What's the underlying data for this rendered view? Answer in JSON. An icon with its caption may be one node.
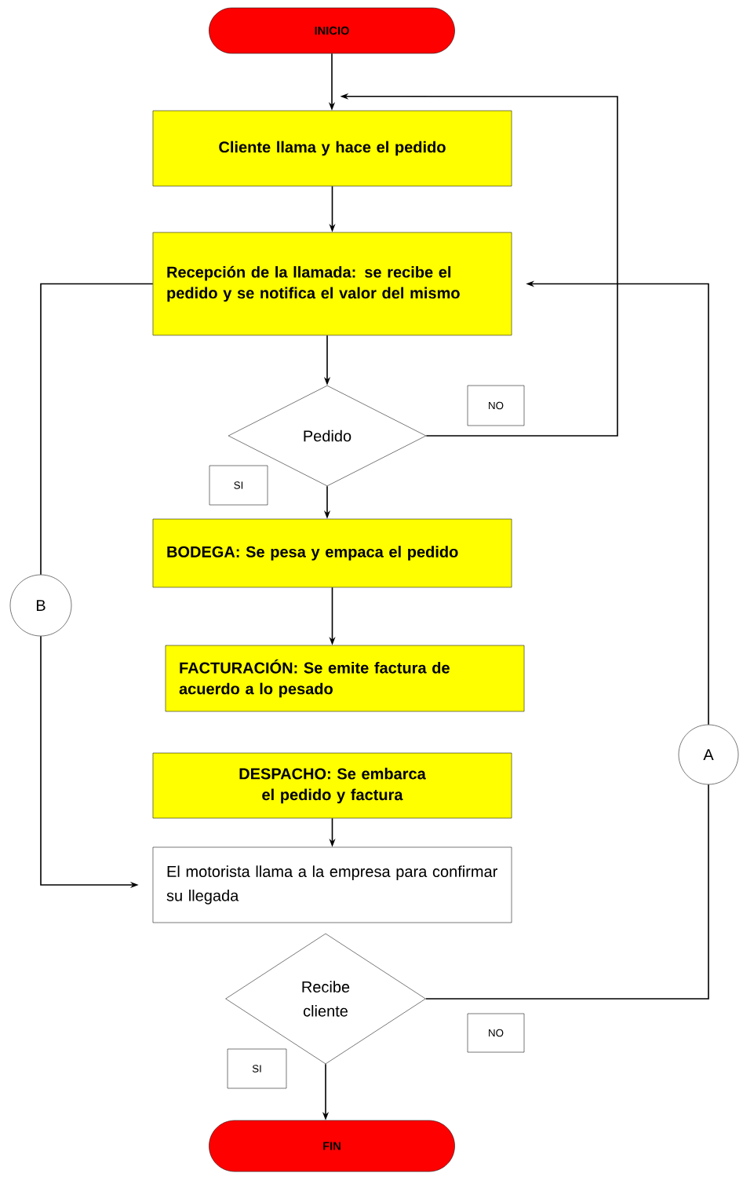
{
  "diagram": {
    "nodes": [
      {
        "text": [
          "INICIO"
        ]
      },
      {
        "text": [
          "Cliente llama y hace el pedido"
        ]
      },
      {
        "text": [
          "Recepción de la llamada: se recibe el pedido y se notifica el valor del mismo"
        ]
      },
      {
        "text": [
          "Pedido"
        ]
      },
      {
        "text": [
          "NO"
        ]
      },
      {
        "text": [
          "SI"
        ]
      },
      {
        "text": [
          "BODEGA: Se pesa y empaca el pedido"
        ]
      },
      {
        "text": [
          "FACTURACIÓN: Se emite factura de acuerdo a lo pesado"
        ]
      },
      {
        "text": [
          "DESPACHO: Se embarca el pedido y factura"
        ]
      },
      {
        "text": [
          "El motorista llama a la empresa para confirmar su llegada"
        ]
      },
      {
        "text": [
          "Recibe cliente"
        ]
      },
      {
        "text": [
          "NO"
        ]
      },
      {
        "text": [
          "SI"
        ]
      },
      {
        "text": [
          "FIN"
        ]
      },
      {
        "text": [
          "B"
        ]
      },
      {
        "text": [
          "A"
        ]
      }
    ],
    "edges": [
      {
        "from": 0,
        "to": 1,
        "arrow": "to"
      },
      {
        "from": 1,
        "to": 2,
        "arrow": "to"
      },
      {
        "from": 2,
        "to": 3,
        "arrow": "to"
      },
      {
        "from": 3,
        "to": 1,
        "arrow": "to"
      },
      {
        "from": 3,
        "to": 6,
        "arrow": "to"
      },
      {
        "from": 6,
        "to": 7,
        "arrow": "to"
      },
      {
        "from": 8,
        "to": 9,
        "arrow": "to"
      },
      {
        "from": 2,
        "to": 14,
        "arrow": "none"
      },
      {
        "from": 14,
        "to": 9,
        "arrow": "to"
      },
      {
        "from": 10,
        "to": 15,
        "arrow": "none"
      },
      {
        "from": 15,
        "to": 2,
        "arrow": "to"
      },
      {
        "from": 10,
        "to": 13,
        "arrow": "to"
      }
    ]
  }
}
